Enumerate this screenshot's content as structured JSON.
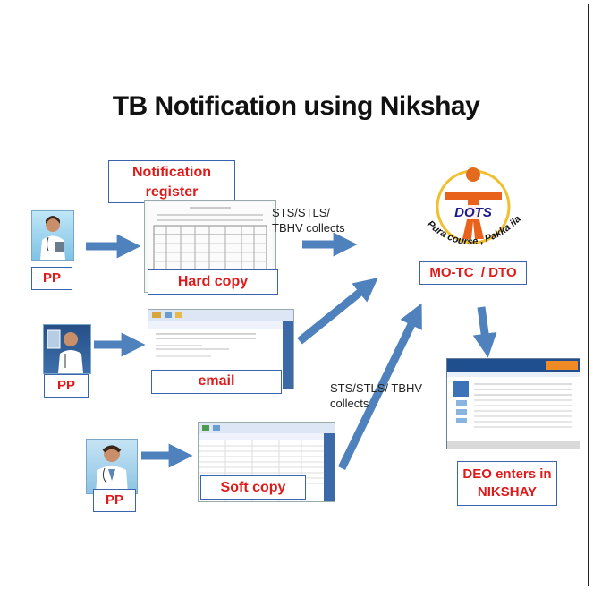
{
  "title": "TB Notification using Nikshay",
  "labels": {
    "notification_register": "Notification register",
    "hard_copy": "Hard copy",
    "email": "email",
    "soft_copy": "Soft copy",
    "pp": "PP",
    "mo_tc_dto": "MO-TC  / DTO",
    "deo_enters": "DEO enters in NIKSHAY",
    "collects_1": "STS/STLS/ TBHV collects",
    "collects_2": "STS/STLS/ TBHV collects"
  },
  "logo": {
    "text": "DOTS",
    "tagline": "Pura course , Pakka ilaaj"
  },
  "colors": {
    "label_red": "#e01a1a",
    "arrow_blue": "#4f81bd",
    "box_border": "#3a64b0"
  }
}
